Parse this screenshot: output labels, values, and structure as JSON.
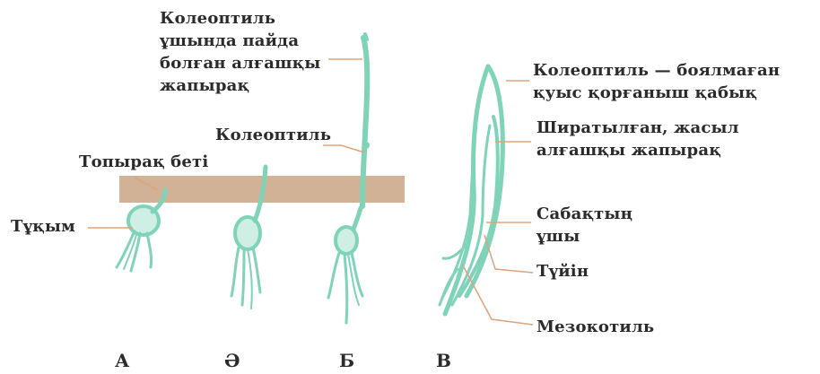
{
  "labels": {
    "coleoptile_first_leaf": [
      "Колеоптиль",
      "ұшында пайда",
      "болған алғашқы",
      "жапырақ"
    ],
    "coleoptile": "Колеоптиль",
    "soil_surface": "Топырақ беті",
    "seed": "Тұқым",
    "coleoptile_sheath": [
      "Колеоптиль — боялмаған",
      "қуыс қорғаныш қабық"
    ],
    "rolled_leaf": [
      "Ширатылған, жасыл",
      "алғашқы жапырақ"
    ],
    "stem_tip": [
      "Сабақтың",
      "ұшы"
    ],
    "node": "Түйін",
    "mesocotyl": "Мезокотиль"
  },
  "stages": [
    "А",
    "Ә",
    "Б",
    "В"
  ],
  "colors": {
    "seedling": "#7fd3b9",
    "seedling_outline": "#55b99b",
    "soil": "#c9a585",
    "leader": "#e0a27a",
    "text": "#2b2b2b"
  }
}
